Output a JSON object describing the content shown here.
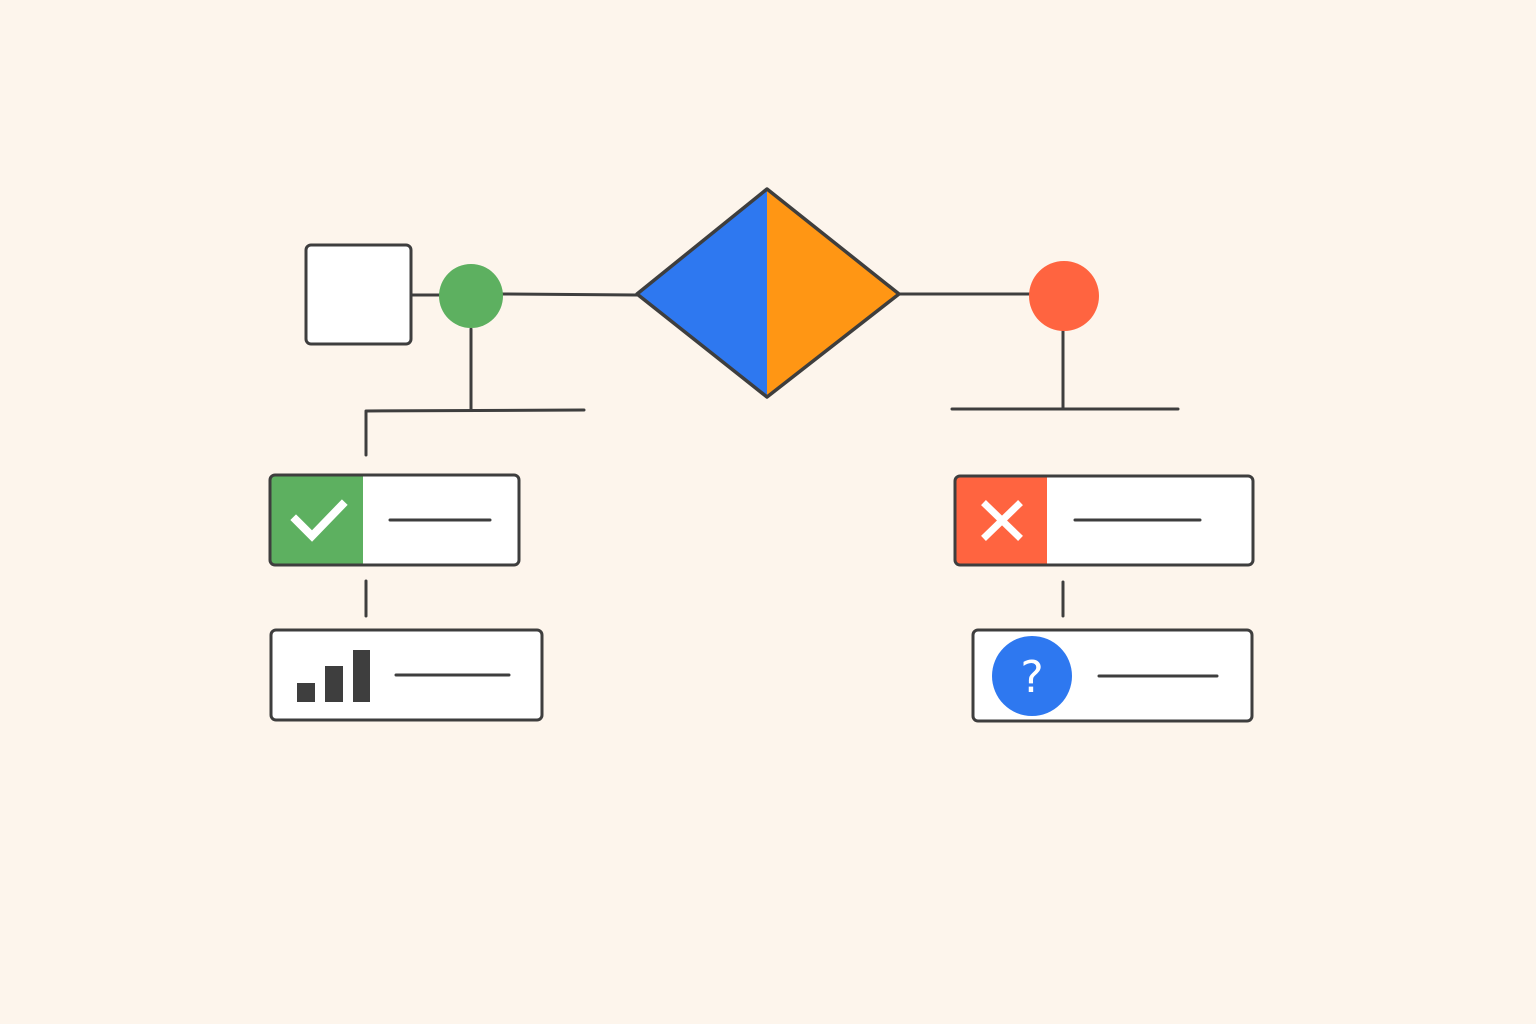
{
  "colors": {
    "background": "#FDF5EC",
    "stroke": "#3E3E3E",
    "box_fill": "#FFFFFF",
    "decision_left": "#2E78F0",
    "decision_right": "#FF9614",
    "success": "#5DB060",
    "failure": "#FF6440",
    "info": "#2E78F0",
    "icon_light": "#FFFFFF"
  },
  "diagram": {
    "type": "decision-flowchart",
    "nodes": [
      {
        "id": "start-box",
        "shape": "square",
        "color": "box_fill"
      },
      {
        "id": "yes-connector",
        "shape": "circle",
        "color": "success"
      },
      {
        "id": "decision",
        "shape": "diamond",
        "colors": [
          "decision_left",
          "decision_right"
        ]
      },
      {
        "id": "no-connector",
        "shape": "circle",
        "color": "failure"
      },
      {
        "id": "success-card",
        "shape": "card",
        "icon": "check-icon",
        "color": "success"
      },
      {
        "id": "chart-card",
        "shape": "card",
        "icon": "bar-chart-icon"
      },
      {
        "id": "failure-card",
        "shape": "card",
        "icon": "x-icon",
        "color": "failure"
      },
      {
        "id": "help-card",
        "shape": "card",
        "icon": "question-icon",
        "color": "info"
      }
    ],
    "edges": [
      {
        "from": "start-box",
        "to": "yes-connector"
      },
      {
        "from": "yes-connector",
        "to": "decision"
      },
      {
        "from": "decision",
        "to": "no-connector"
      },
      {
        "from": "yes-connector",
        "to": "success-card"
      },
      {
        "from": "success-card",
        "to": "chart-card"
      },
      {
        "from": "no-connector",
        "to": "failure-card"
      },
      {
        "from": "failure-card",
        "to": "help-card"
      }
    ]
  },
  "icons": {
    "success_card": "check-icon",
    "failure_card": "x-icon",
    "chart_card": "bar-chart-icon",
    "help_card": "question-icon"
  },
  "help_card": {
    "glyph": "?"
  }
}
